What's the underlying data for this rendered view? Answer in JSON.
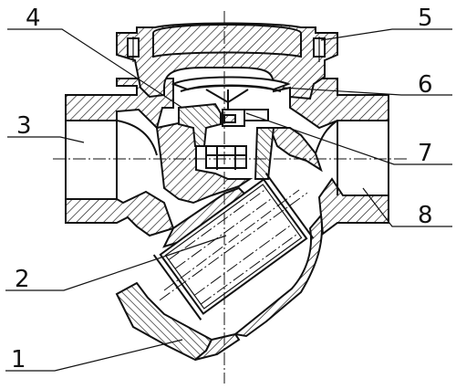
{
  "labels": [
    {
      "id": "part-1",
      "text": "1"
    },
    {
      "id": "part-2",
      "text": "2"
    },
    {
      "id": "part-3",
      "text": "3"
    },
    {
      "id": "part-4",
      "text": "4"
    },
    {
      "id": "part-5",
      "text": "5"
    },
    {
      "id": "part-6",
      "text": "6"
    },
    {
      "id": "part-7",
      "text": "7"
    },
    {
      "id": "part-8",
      "text": "8"
    }
  ]
}
